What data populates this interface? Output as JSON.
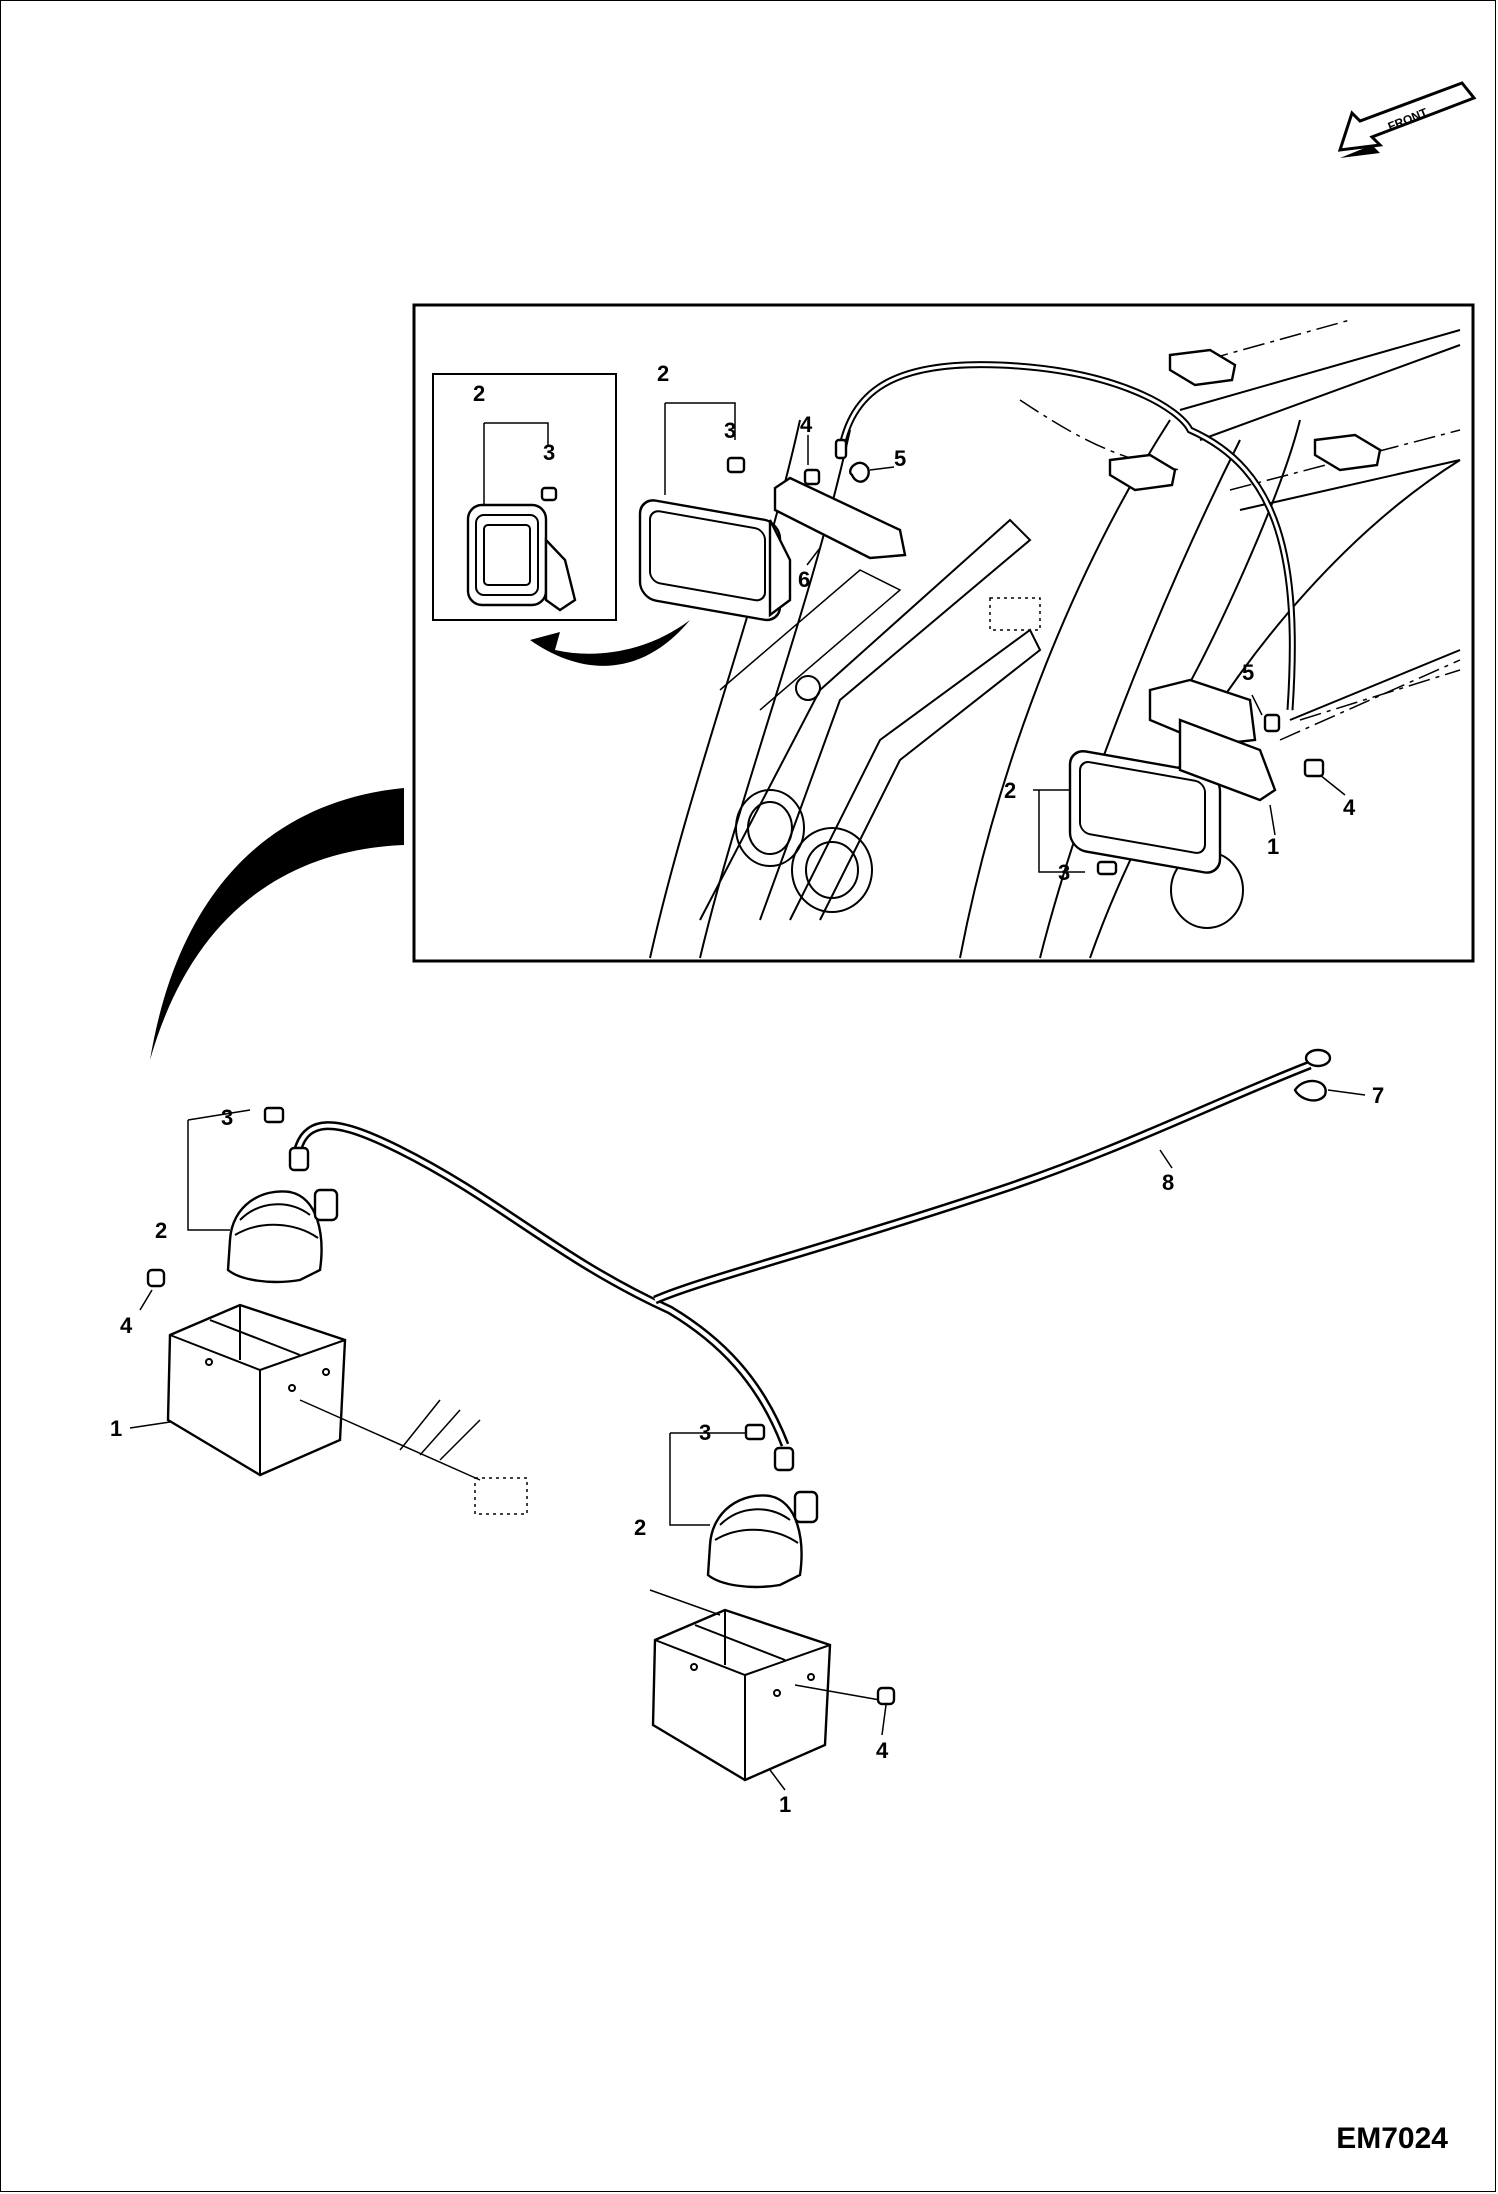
{
  "figure_id": "EM7024",
  "front_arrow": {
    "label": "FRONT"
  },
  "colors": {
    "ink": "#000000",
    "paper": "#ffffff"
  },
  "callouts": {
    "inset_main": [
      {
        "ref": "inset-2a",
        "text": "2"
      },
      {
        "ref": "inset-3a",
        "text": "3"
      },
      {
        "ref": "inset-4a",
        "text": "4"
      },
      {
        "ref": "inset-5a",
        "text": "5"
      },
      {
        "ref": "inset-6a",
        "text": "6"
      },
      {
        "ref": "inset-5b",
        "text": "5"
      },
      {
        "ref": "inset-2b",
        "text": "2"
      },
      {
        "ref": "inset-3b",
        "text": "3"
      },
      {
        "ref": "inset-4b",
        "text": "4"
      },
      {
        "ref": "inset-1b",
        "text": "1"
      }
    ],
    "inset_detail": [
      {
        "ref": "detail-2",
        "text": "2"
      },
      {
        "ref": "detail-3",
        "text": "3"
      }
    ],
    "main": [
      {
        "ref": "main-3a",
        "text": "3"
      },
      {
        "ref": "main-2a",
        "text": "2"
      },
      {
        "ref": "main-4a",
        "text": "4"
      },
      {
        "ref": "main-1a",
        "text": "1"
      },
      {
        "ref": "main-8",
        "text": "8"
      },
      {
        "ref": "main-7",
        "text": "7"
      },
      {
        "ref": "main-3b",
        "text": "3"
      },
      {
        "ref": "main-2b",
        "text": "2"
      },
      {
        "ref": "main-4b",
        "text": "4"
      },
      {
        "ref": "main-1b",
        "text": "1"
      }
    ]
  }
}
